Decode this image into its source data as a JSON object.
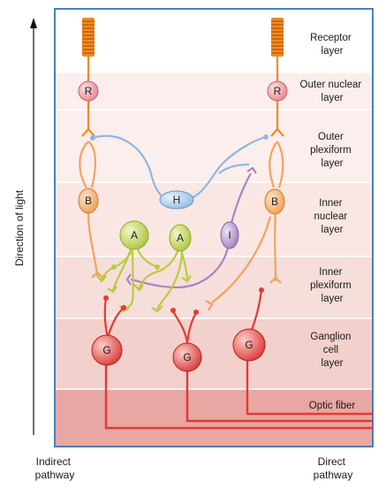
{
  "layers": [
    {
      "id": "receptor",
      "lines": [
        "Receptor",
        "layer"
      ],
      "color": "#ffffff"
    },
    {
      "id": "outer-nuclear",
      "lines": [
        "Outer nuclear",
        "layer"
      ],
      "color": "#fbeeec"
    },
    {
      "id": "outer-plexiform",
      "lines": [
        "Outer",
        "plexiform",
        "layer"
      ],
      "color": "#fbeeec"
    },
    {
      "id": "inner-nuclear",
      "lines": [
        "Inner",
        "nuclear",
        "layer"
      ],
      "color": "#fae7e4"
    },
    {
      "id": "inner-plexiform",
      "lines": [
        "Inner",
        "plexiform",
        "layer"
      ],
      "color": "#f6dedb"
    },
    {
      "id": "ganglion",
      "lines": [
        "Ganglion",
        "cell",
        "layer"
      ],
      "color": "#f2d0cb"
    },
    {
      "id": "optic-fiber",
      "lines": [
        "Optic fiber"
      ],
      "color": "#e8a7a2"
    }
  ],
  "cells": {
    "receptor_left": "R",
    "receptor_right": "R",
    "bipolar_left": "B",
    "bipolar_right": "B",
    "horizontal": "H",
    "amacrine_1": "A",
    "amacrine_2": "A",
    "interplexiform": "I",
    "ganglion_1": "G",
    "ganglion_2": "G",
    "ganglion_3": "G"
  },
  "axis_label": "Direction of light",
  "bottom_labels": {
    "left": [
      "Indirect",
      "pathway"
    ],
    "right": [
      "Direct",
      "pathway"
    ]
  },
  "colors": {
    "frame": "#4a7fc1",
    "photoreceptor": "#f28a1e",
    "photoreceptor_stripe": "#c65b0a",
    "bipolar": "#f2a35a",
    "horizontal": "#8fb7e0",
    "amacrine": "#b8cc3e",
    "interplexiform": "#a783c4",
    "ganglion": "#e23a36",
    "receptor_nucleus": "#f0a8ae"
  }
}
